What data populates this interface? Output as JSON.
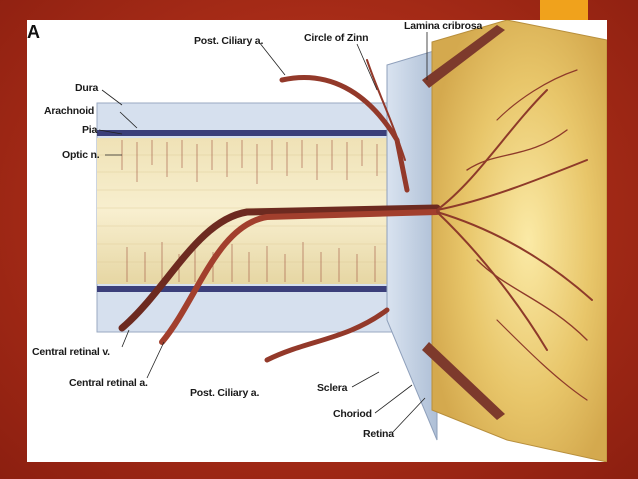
{
  "figure_letter": "A",
  "labels": {
    "post_ciliary_top": "Post. Ciliary a.",
    "circle_of_zinn": "Circle of Zinn",
    "lamina_cribrosa": "Lamina cribrosa",
    "dura": "Dura",
    "arachnoid": "Arachnoid",
    "pia": "Pia",
    "optic_n": "Optic n.",
    "central_retinal_v": "Central retinal v.",
    "central_retinal_a": "Central retinal a.",
    "post_ciliary_bottom": "Post. Ciliary a.",
    "sclera": "Sclera",
    "choriod": "Choriod",
    "retina": "Retina"
  },
  "colors": {
    "background": "#a62b17",
    "accent": "#f0a21c",
    "vessel": "#8e3a2a",
    "nerve": "#f3e7bf",
    "sheath": "#c9d7ea",
    "retina": "#e8c66a"
  }
}
